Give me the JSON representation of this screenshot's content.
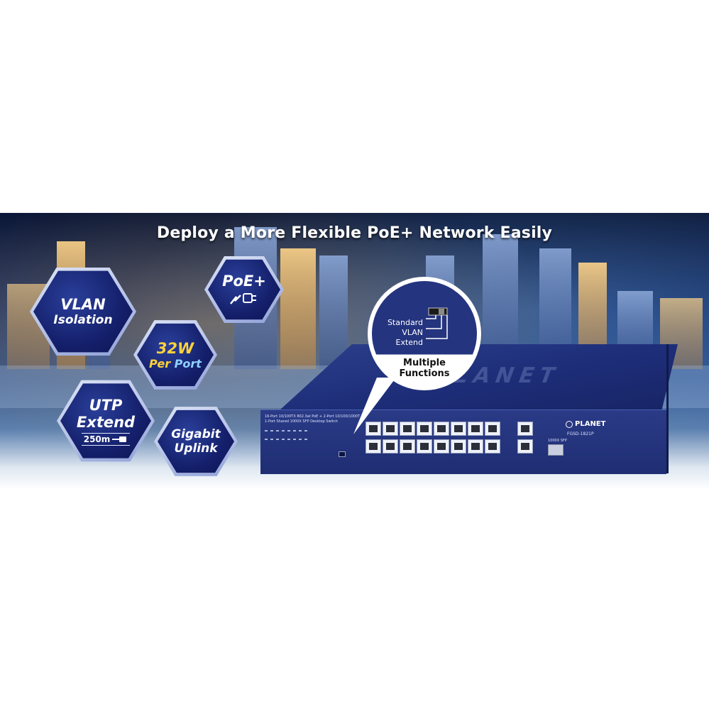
{
  "headline": "Deploy a More Flexible PoE+ Network Easily",
  "badges": {
    "vlan": {
      "title": "VLAN",
      "subtitle": "Isolation"
    },
    "poe": {
      "title": "PoE+",
      "icon": "power-plug-icon"
    },
    "watt": {
      "value": "32W",
      "per": "Per",
      "port": "Port"
    },
    "utp": {
      "title": "UTP",
      "subtitle": "Extend",
      "distance": "250m",
      "icon": "cable-icon"
    },
    "gigabit": {
      "title": "Gigabit",
      "subtitle": "Uplink"
    }
  },
  "callout": {
    "modes": [
      "Standard",
      "VLAN",
      "Extend"
    ],
    "line1": "Multiple",
    "line2": "Functions"
  },
  "switch": {
    "brand": "PLANET",
    "model": "FGSD-1821P",
    "front_line1": "16-Port 10/100TX 802.3at PoE + 2-Port 10/100/1000T",
    "front_line2": "1-Port Shared 1000X SFP Desktop Switch",
    "logo_top": "PLANET",
    "sfp_label": "1000X SFP"
  },
  "colors": {
    "badge_fill": "#141f6a",
    "badge_border": "#dfe6f7",
    "accent_yellow": "#ffd23a",
    "switch_blue": "#1f2e73"
  }
}
